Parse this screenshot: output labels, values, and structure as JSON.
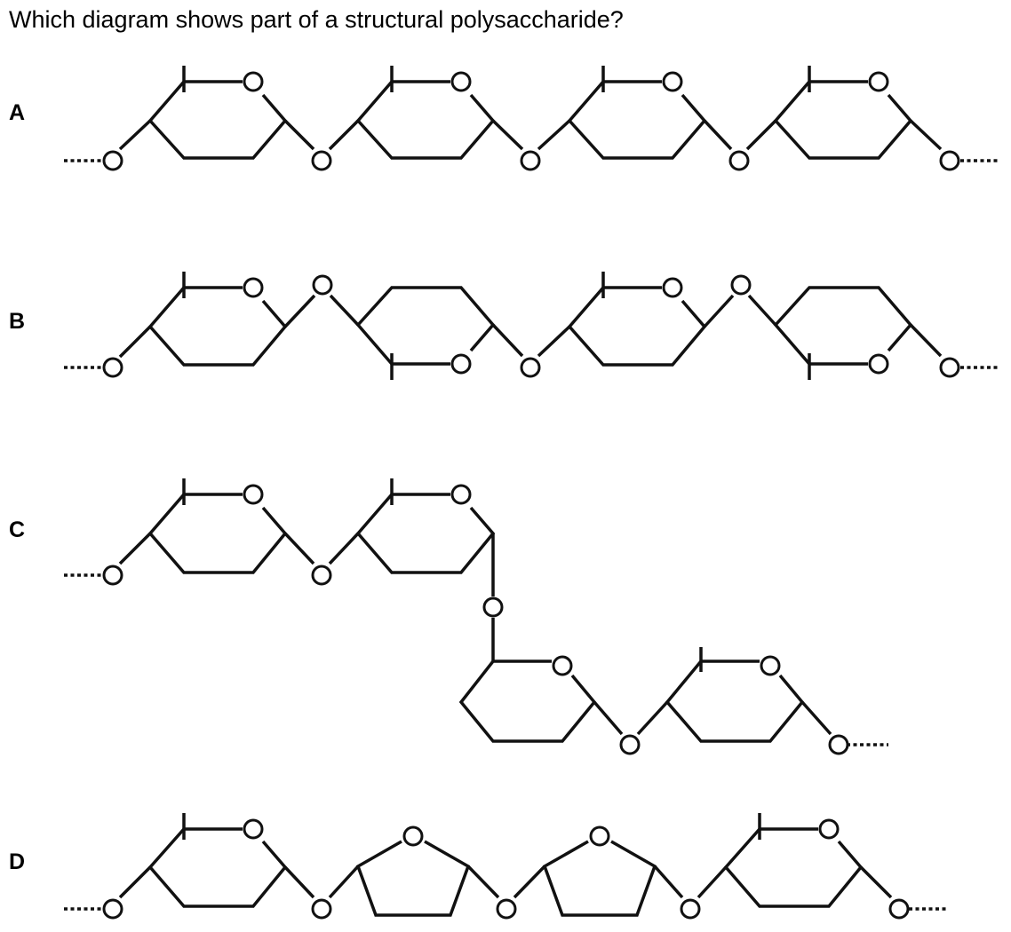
{
  "question": "Which diagram shows part of a structural polysaccharide?",
  "options": [
    {
      "id": "A",
      "label": "A"
    },
    {
      "id": "B",
      "label": "B"
    },
    {
      "id": "C",
      "label": "C"
    },
    {
      "id": "D",
      "label": "D"
    }
  ]
}
